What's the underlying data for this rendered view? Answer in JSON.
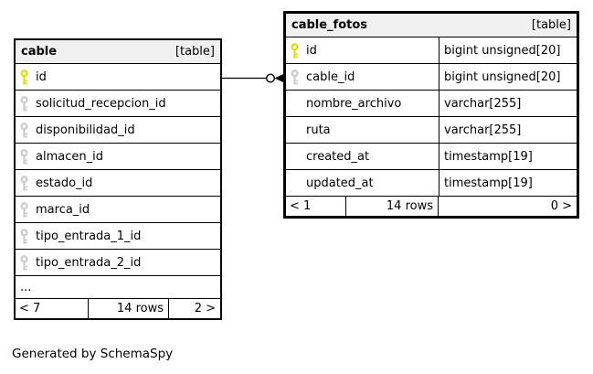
{
  "diagram": {
    "credit_text": "Generated by SchemaSpy",
    "colors": {
      "primary_key_icon": "#e0e000",
      "foreign_key_icon": "#cccccc",
      "table_header_bg": "#f0f0f0",
      "border": "#000000"
    },
    "relationship": {
      "from_table": "cable",
      "from_column": "id",
      "to_table": "cable_fotos",
      "to_column": "cable_id"
    },
    "tables": {
      "cable": {
        "name": "cable",
        "badge": "[table]",
        "columns": [
          {
            "name": "id",
            "icon": "primary-key-icon"
          },
          {
            "name": "solicitud_recepcion_id",
            "icon": "foreign-key-icon"
          },
          {
            "name": "disponibilidad_id",
            "icon": "foreign-key-icon"
          },
          {
            "name": "almacen_id",
            "icon": "foreign-key-icon"
          },
          {
            "name": "estado_id",
            "icon": "foreign-key-icon"
          },
          {
            "name": "marca_id",
            "icon": "foreign-key-icon"
          },
          {
            "name": "tipo_entrada_1_id",
            "icon": "foreign-key-icon"
          },
          {
            "name": "tipo_entrada_2_id",
            "icon": "foreign-key-icon"
          }
        ],
        "truncation_indicator": "...",
        "footer": {
          "hidden_left": "< 7",
          "row_count": "14 rows",
          "hidden_right": "2 >"
        }
      },
      "cable_fotos": {
        "name": "cable_fotos",
        "badge": "[table]",
        "columns": [
          {
            "name": "id",
            "type": "bigint unsigned[20]",
            "icon": "primary-key-icon"
          },
          {
            "name": "cable_id",
            "type": "bigint unsigned[20]",
            "icon": "foreign-key-icon"
          },
          {
            "name": "nombre_archivo",
            "type": "varchar[255]",
            "icon": null
          },
          {
            "name": "ruta",
            "type": "varchar[255]",
            "icon": null
          },
          {
            "name": "created_at",
            "type": "timestamp[19]",
            "icon": null
          },
          {
            "name": "updated_at",
            "type": "timestamp[19]",
            "icon": null
          }
        ],
        "footer": {
          "hidden_left": "< 1",
          "row_count": "14 rows",
          "hidden_right": "0 >"
        }
      }
    }
  }
}
